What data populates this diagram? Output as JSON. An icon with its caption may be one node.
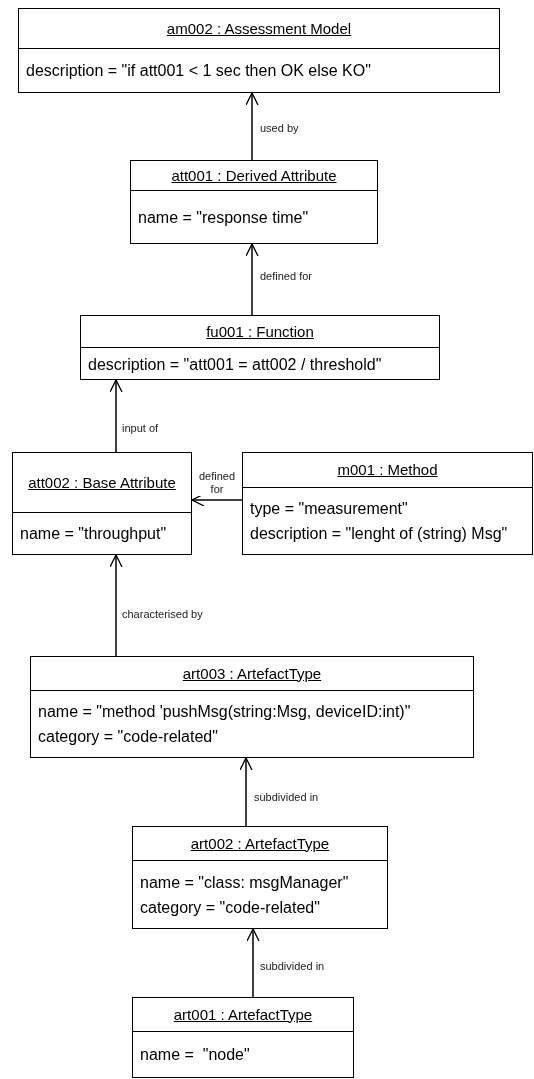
{
  "diagram": {
    "nodes": [
      {
        "text": [
          "am002 : Assessment Model",
          "description = \"if att001 < 1 sec then OK else KO\""
        ]
      },
      {
        "text": [
          "att001 : Derived Attribute",
          "name = \"response time\""
        ]
      },
      {
        "text": [
          "fu001 : Function",
          "description = \"att001 = att002 / threshold\""
        ]
      },
      {
        "text": [
          "att002 : Base Attribute",
          "name = \"throughput\""
        ]
      },
      {
        "text": [
          "m001 : Method",
          "type = \"measurement\"",
          "description = \"lenght of (string) Msg\""
        ]
      },
      {
        "text": [
          "art003 : ArtefactType",
          "name = \"method 'pushMsg(string:Msg, deviceID:int)\"",
          "category = \"code-related\""
        ]
      },
      {
        "text": [
          "art002 : ArtefactType",
          "name = \"class: msgManager\"",
          "category = \"code-related\""
        ]
      },
      {
        "text": [
          "art001 : ArtefactType",
          "name =  \"node\""
        ]
      }
    ],
    "edges": [
      {
        "from": 1,
        "to": 0,
        "arrow": "to",
        "label": "used by"
      },
      {
        "from": 2,
        "to": 1,
        "arrow": "to",
        "label": "defined for"
      },
      {
        "from": 3,
        "to": 2,
        "arrow": "to",
        "label": "input of"
      },
      {
        "from": 4,
        "to": 3,
        "arrow": "to",
        "label": "defined for"
      },
      {
        "from": 5,
        "to": 3,
        "arrow": "to",
        "label": "characterised by"
      },
      {
        "from": 6,
        "to": 5,
        "arrow": "to",
        "label": "subdivided in"
      },
      {
        "from": 7,
        "to": 6,
        "arrow": "to",
        "label": "subdivided in"
      }
    ]
  }
}
